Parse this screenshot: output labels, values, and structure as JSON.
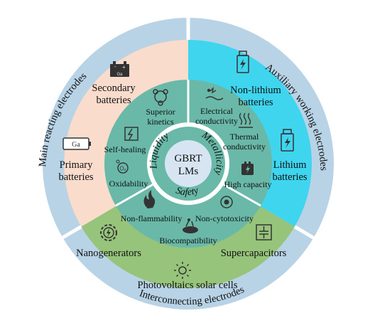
{
  "center": {
    "line1": "GBRT",
    "line2": "LMs"
  },
  "properties": {
    "liquidity": "Liquidity",
    "metallicity": "Metallicity",
    "safety": "Safety"
  },
  "features": {
    "superior_kinetics": [
      "Superior",
      "kinetics"
    ],
    "self_healing": "Self-healing",
    "oxidability": "Oxidability",
    "electrical_conductivity": [
      "Electrical",
      "conductivity"
    ],
    "thermal_conductivity": [
      "Thermal",
      "conductivity"
    ],
    "high_capacity": "High capacity",
    "non_flammability": "Non-flammability",
    "non_cytotoxicity": "Non-cytotoxicity",
    "biocompatibility": "Biocompatibility"
  },
  "applications": {
    "secondary_batteries": [
      "Secondary",
      "batteries"
    ],
    "primary_batteries": [
      "Primary",
      "batteries"
    ],
    "non_lithium_batteries": [
      "Non-lithium",
      "batteries"
    ],
    "lithium_batteries": [
      "Lithium",
      "batteries"
    ],
    "nanogenerators": "Nanogenerators",
    "supercapacitors": "Supercapacitors",
    "photovoltaics": "Photovoltaics solar cells"
  },
  "electrodes": {
    "main": "Main reacting electrodes",
    "auxiliary": "Auxiliary working electrodes",
    "interconnecting": "Interconnecting electrodes"
  },
  "icon_texts": {
    "ga": "Ga",
    "oxygen": "O₂"
  },
  "colors": {
    "outer_ring": "#b8d2e6",
    "sector_main": "#f9dccc",
    "sector_aux": "#3fd5ee",
    "sector_inter": "#96c47a",
    "inner_ring": "#6ab9a8",
    "core": "#d6e5f1"
  }
}
